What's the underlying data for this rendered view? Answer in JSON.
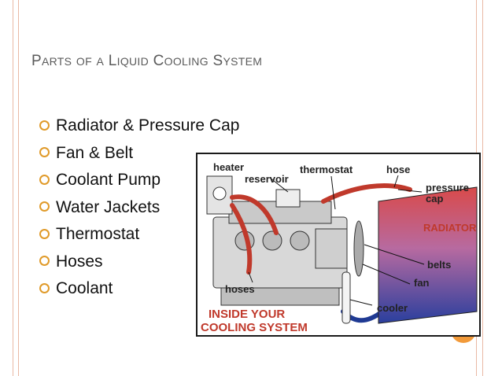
{
  "title": {
    "words": [
      {
        "first": "P",
        "rest": "ARTS"
      },
      {
        "first": "",
        "rest": "OF"
      },
      {
        "first": "",
        "rest": "A"
      },
      {
        "first": "L",
        "rest": "IQUID"
      },
      {
        "first": "C",
        "rest": "OOLING"
      },
      {
        "first": "S",
        "rest": "YSTEM"
      }
    ]
  },
  "bullets": [
    "Radiator & Pressure Cap",
    "Fan & Belt",
    "Coolant Pump",
    "Water Jackets",
    "Thermostat",
    "Hoses",
    "Coolant"
  ],
  "diagram": {
    "labels": {
      "heater": "heater",
      "reservoir": "reservoir",
      "thermostat": "thermostat",
      "hose": "hose",
      "pressure_cap_line1": "pressure",
      "pressure_cap_line2": "cap",
      "radiator": "RADIATOR",
      "belts": "belts",
      "fan": "fan",
      "hoses": "hoses",
      "cooler": "cooler",
      "caption_line1": "INSIDE YOUR",
      "caption_line2": "COOLING SYSTEM"
    },
    "colors": {
      "hot": "#c0392b",
      "cold": "#1f3a93",
      "caption": "#c0392b",
      "accent": "#e09a29"
    }
  }
}
